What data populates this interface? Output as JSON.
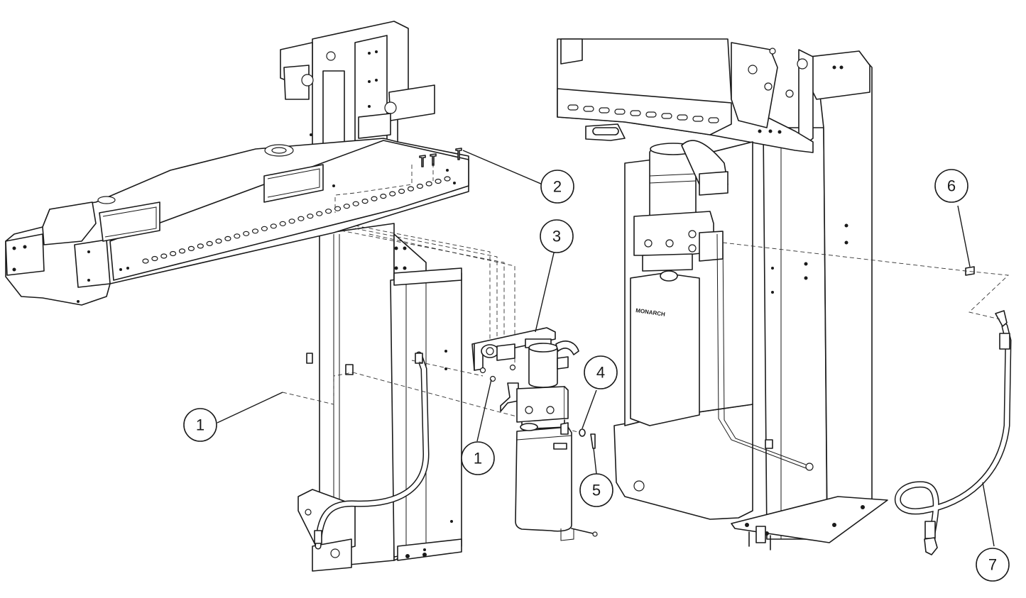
{
  "diagram": {
    "callouts": [
      {
        "id": "c1a",
        "label": "1"
      },
      {
        "id": "c2",
        "label": "2"
      },
      {
        "id": "c3",
        "label": "3"
      },
      {
        "id": "c1b",
        "label": "1"
      },
      {
        "id": "c4",
        "label": "4"
      },
      {
        "id": "c5",
        "label": "5"
      },
      {
        "id": "c6",
        "label": "6"
      },
      {
        "id": "c7",
        "label": "7"
      }
    ],
    "pump_brand": "MONARCH"
  }
}
